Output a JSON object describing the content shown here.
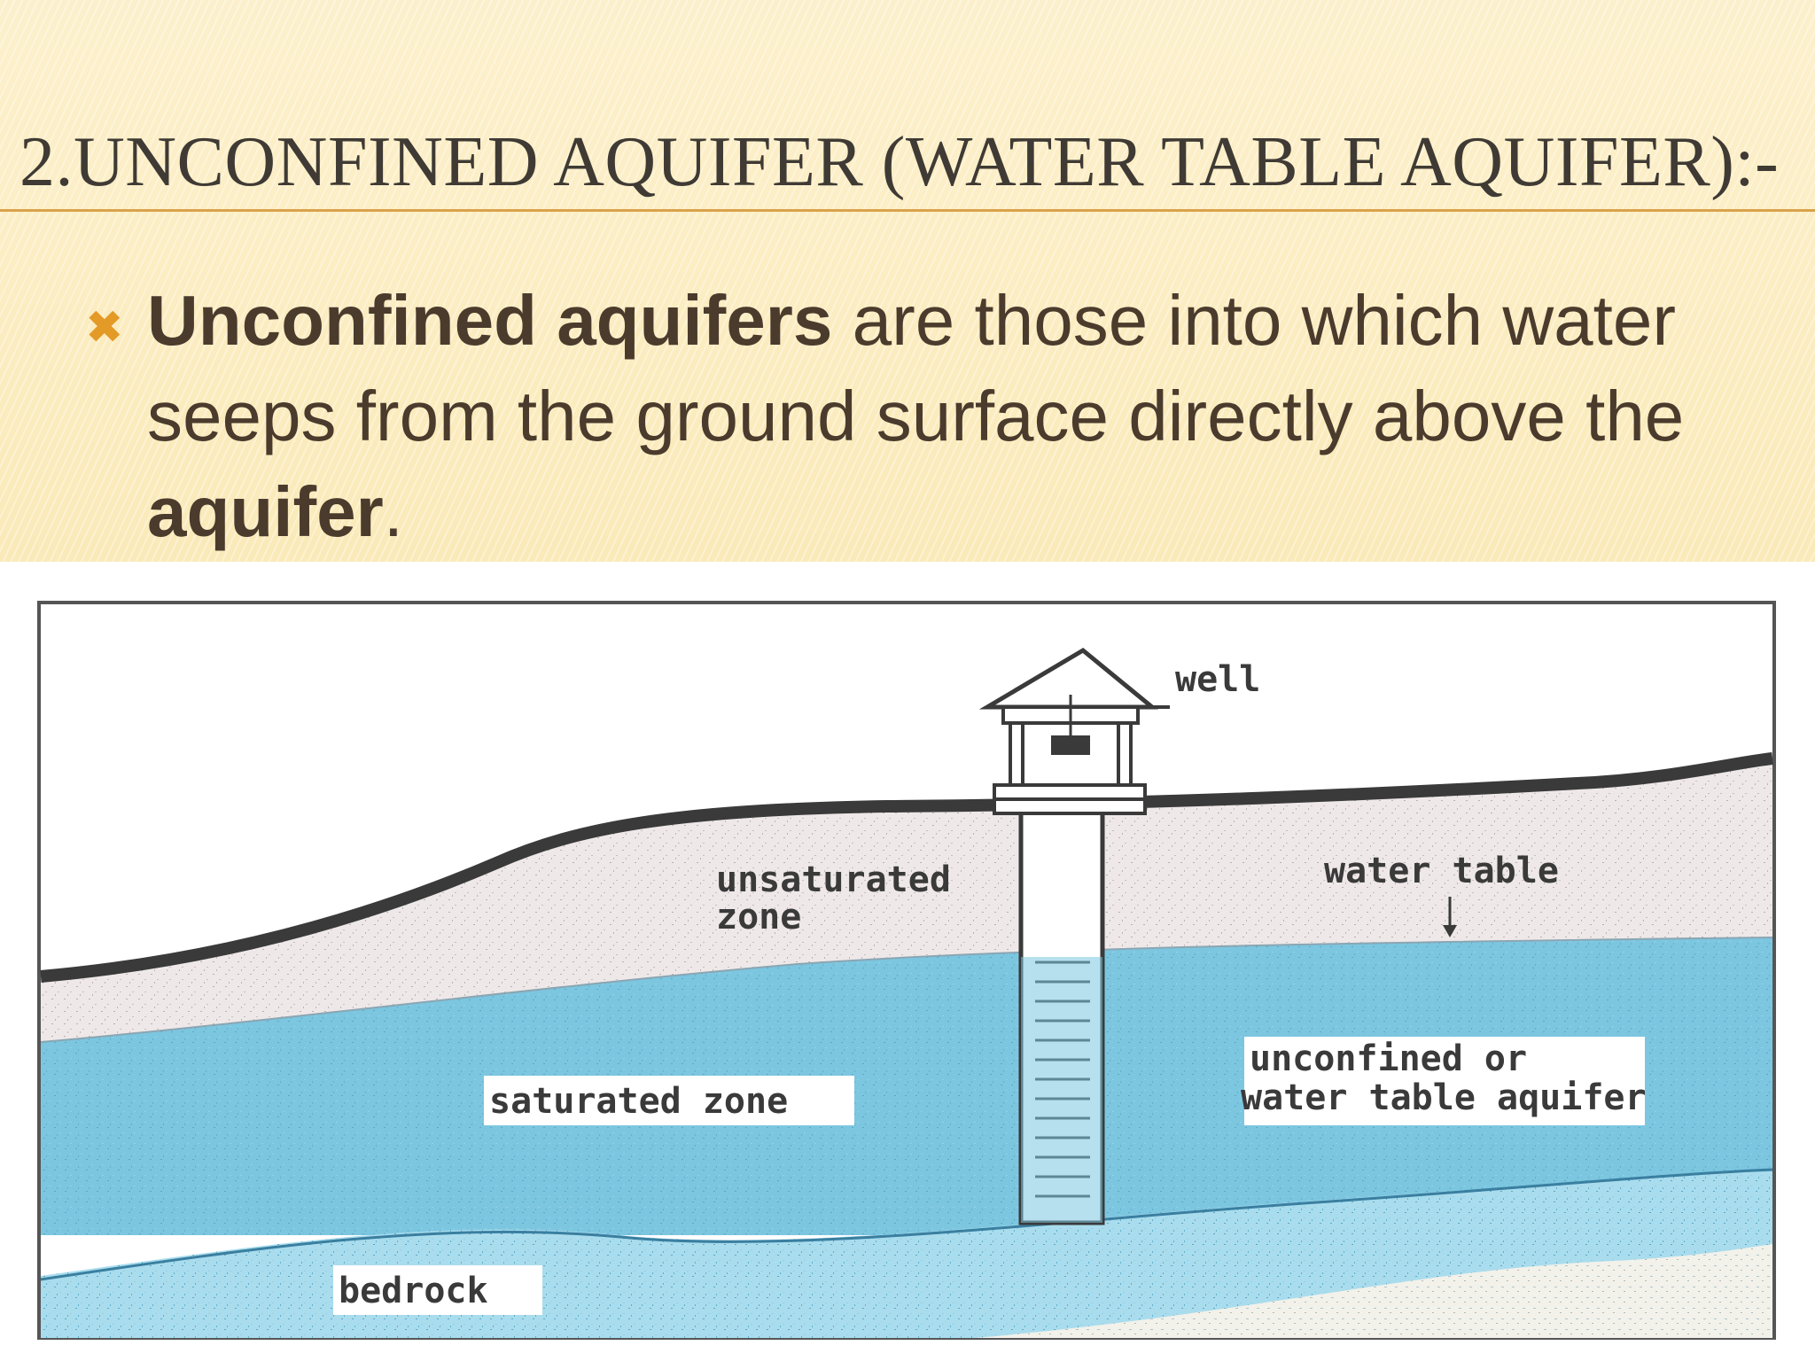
{
  "slide": {
    "title": "2.UNCONFINED AQUIFER (WATER TABLE AQUIFER):-",
    "bullet_icon": "x-bullet-icon",
    "bullet": {
      "bold1": "Unconfined aquifers",
      "text1": " are those into which water seeps from the ground surface directly above the ",
      "bold2": "aquifer",
      "text2": "."
    }
  },
  "diagram": {
    "labels": {
      "well": "well",
      "unsaturated_line1": "unsaturated",
      "unsaturated_line2": "zone",
      "water_table": "water table",
      "unconfined_line1": "unconfined or",
      "unconfined_line2": "water table aquifer",
      "saturated_zone": "saturated zone",
      "bedrock": "bedrock"
    },
    "colors": {
      "soil": "#efe8e8",
      "water": "#7cc6e0",
      "water_light": "#a9dced",
      "bedrock": "#f2f1ea",
      "ground_line": "#3a3a3a",
      "accent": "#d9a24a"
    }
  }
}
